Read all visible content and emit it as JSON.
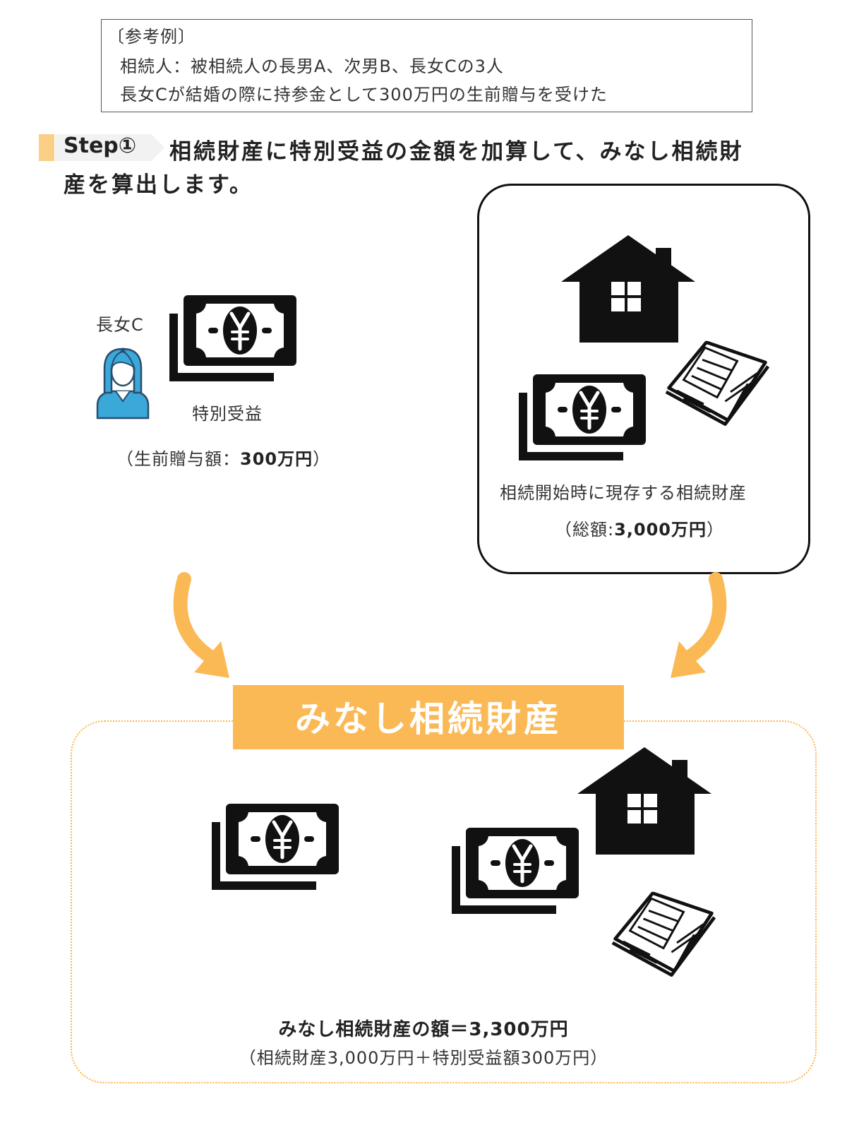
{
  "example": {
    "title": "〔参考例〕",
    "line1": "相続人：被相続人の長男A、次男B、長女Cの3人",
    "line2": "長女Cが結婚の際に持参金として300万円の生前贈与を受けた"
  },
  "step": {
    "label": "Step①",
    "text_line1": "相続財産に特別受益の金額を加算して、みなし相続財",
    "text_line2": "産を算出します。"
  },
  "left_panel": {
    "person_label": "長女C",
    "money_label": "特別受益",
    "amount_prefix": "（生前贈与額：",
    "amount_value": "300万円",
    "amount_suffix": "）"
  },
  "right_panel": {
    "caption": "相続開始時に現存する相続財産",
    "amount_prefix": "（総額:",
    "amount_value": "3,000万円",
    "amount_suffix": "）"
  },
  "result": {
    "banner": "みなし相続財産",
    "main": "みなし相続財産の額＝3,300万円",
    "sub": "（相続財産3,000万円＋特別受益額300万円）"
  },
  "colors": {
    "accent_orange": "#fbb955",
    "marker_yellow": "#fbcf85",
    "person_blue": "#3aa8d8",
    "icon_black": "#111111"
  },
  "icons": [
    "yen-banknote-icon",
    "house-icon",
    "passbook-icon",
    "woman-avatar-icon",
    "curved-arrow-icon"
  ]
}
